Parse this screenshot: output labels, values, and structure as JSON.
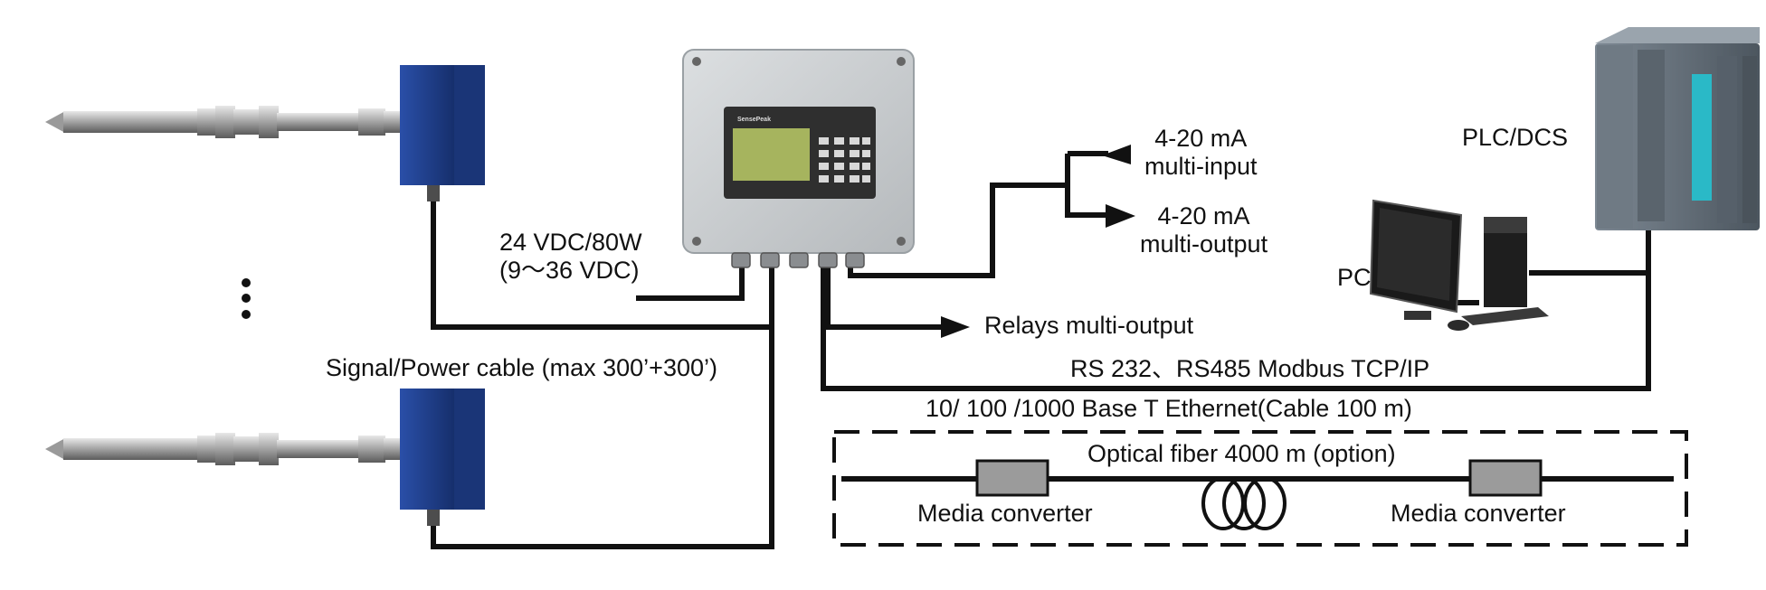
{
  "labels": {
    "power_line1": "24 VDC/80W",
    "power_line2": "(9～36 VDC)",
    "signal_cable": "Signal/Power  cable (max 300’+300’)",
    "ma_input_line1": "4-20 mA",
    "ma_input_line2": "multi-input",
    "ma_output_line1": "4-20 mA",
    "ma_output_line2": "multi-output",
    "relays": "Relays multi-output",
    "rs": "RS 232、RS485 Modbus TCP/IP",
    "ethernet": "10/ 100 /1000 Base T Ethernet(Cable 100 m)",
    "fiber": "Optical fiber 4000 m (option)",
    "media_left": "Media converter",
    "media_right": "Media converter",
    "plc": "PLC/DCS",
    "pc": "PC"
  },
  "device_brand": "SensePeak",
  "colors": {
    "line": "#111111",
    "probe_box": "#1f3f8f",
    "probe_box_dark": "#162f6c",
    "enclosure": "#c9ccce",
    "lcd": "#a6b45e",
    "media_box": "#9b9b9b",
    "plc_body": "#5f6b75",
    "plc_led": "#2ab9c7"
  }
}
